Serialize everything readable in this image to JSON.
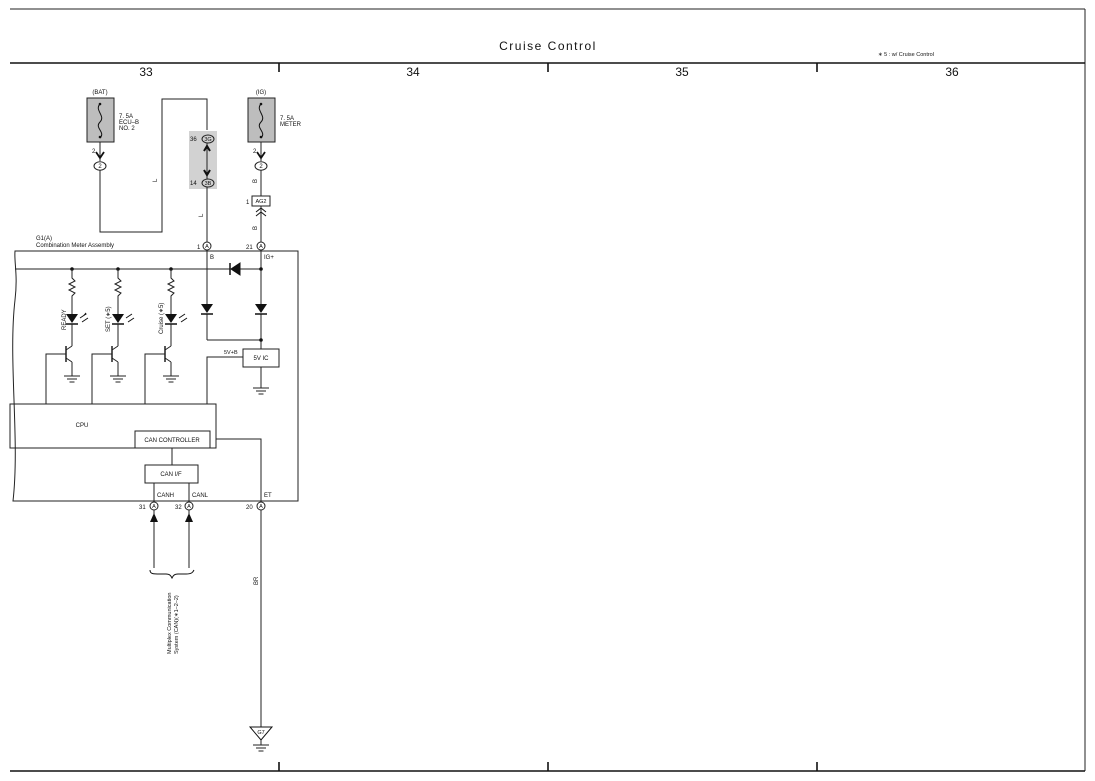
{
  "page": {
    "title": "Cruise Control",
    "note": "∗ 5 : w/ Cruise Control",
    "columns": [
      "33",
      "34",
      "35",
      "36"
    ]
  },
  "fuses": {
    "bat": {
      "source": "(BAT)",
      "rating": "7. 5A",
      "name_line1": "ECU–B",
      "name_line2": "NO. 2",
      "pin": "2",
      "connector": "2"
    },
    "ig": {
      "source": "(IG)",
      "rating": "7. 5A",
      "name_line1": "METER",
      "pin": "2",
      "connector": "2"
    }
  },
  "junction": {
    "pin_top": "36",
    "conn_top": "3G",
    "pin_bottom": "14",
    "conn_bottom": "3B"
  },
  "ig_connector": {
    "pin": "1",
    "name": "AG2"
  },
  "wire_colors": {
    "bat_line": "L",
    "junction_line": "L",
    "ig_upper": "B",
    "ig_lower": "B",
    "et_line": "BR"
  },
  "meter": {
    "code": "G1(A)",
    "name": "Combination Meter Assembly",
    "pin_b": "1",
    "conn_b": "A",
    "label_b": "B",
    "pin_ig": "21",
    "conn_ig": "A",
    "label_ig": "IG+",
    "leds": [
      "READY",
      "SET (∗5)",
      "Cruise (∗5)"
    ],
    "supply_label": "5V+B",
    "regulator": "5V IC",
    "cpu": "CPU",
    "can_controller": "CAN CONTROLLER",
    "can_if": "CAN I/F",
    "canh": "CANH",
    "canl": "CANL",
    "et": "ET",
    "pin_canh": "31",
    "pin_canl": "32",
    "pin_et": "20",
    "conn_canh": "A",
    "conn_canl": "A",
    "conn_et": "A"
  },
  "multiplex": {
    "line1": "Multiplex Communication",
    "line2": "System (CAN)(∗1–2–2)"
  },
  "ground": {
    "name": "G7"
  }
}
